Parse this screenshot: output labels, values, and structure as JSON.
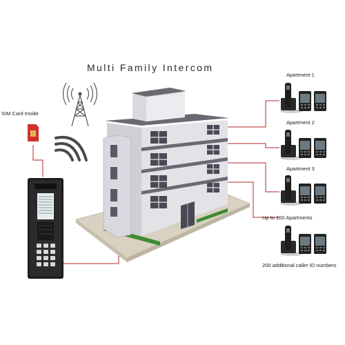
{
  "title": "Multi Family Intercom",
  "sim_label": "SIM Card Inside",
  "apartments": [
    {
      "label": "Apartment 1"
    },
    {
      "label": "Apartment 2"
    },
    {
      "label": "Apartment 3"
    },
    {
      "label": "Up to 100 Apartments"
    }
  ],
  "extra_label": "200 additional caller ID numbers",
  "colors": {
    "connector": "#b3242a",
    "sim": "#d0312d",
    "panel": "#1c1c1c",
    "building_wall": "#e3e3e7",
    "building_roof": "#6a6a72",
    "grass": "#3f8b33"
  },
  "icons": [
    "cell-tower-icon",
    "wifi-signal-icon",
    "sim-card-icon",
    "intercom-panel-icon",
    "building-icon",
    "phone-set-icon"
  ]
}
